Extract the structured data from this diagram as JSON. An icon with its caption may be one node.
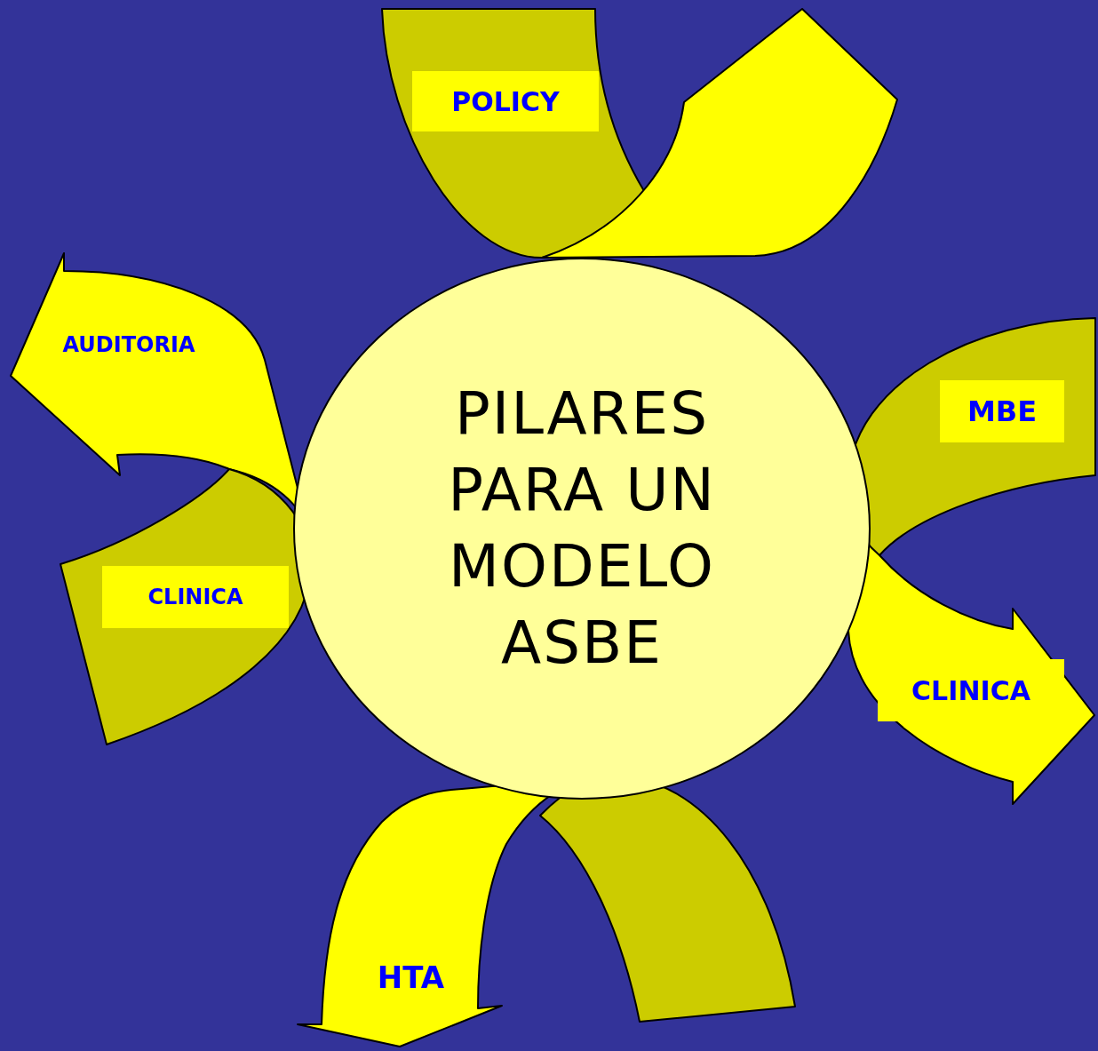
{
  "diagram": {
    "nodes": [
      {
        "text": [
          "POLICY"
        ]
      },
      {
        "text": [
          "AUDITORIA",
          "CLINICA"
        ]
      },
      {
        "text": [
          "PILARES PARA UN MODELO ASBE"
        ]
      },
      {
        "text": [
          "MBE",
          "CLINICA"
        ]
      },
      {
        "text": [
          "HTA"
        ]
      }
    ]
  }
}
